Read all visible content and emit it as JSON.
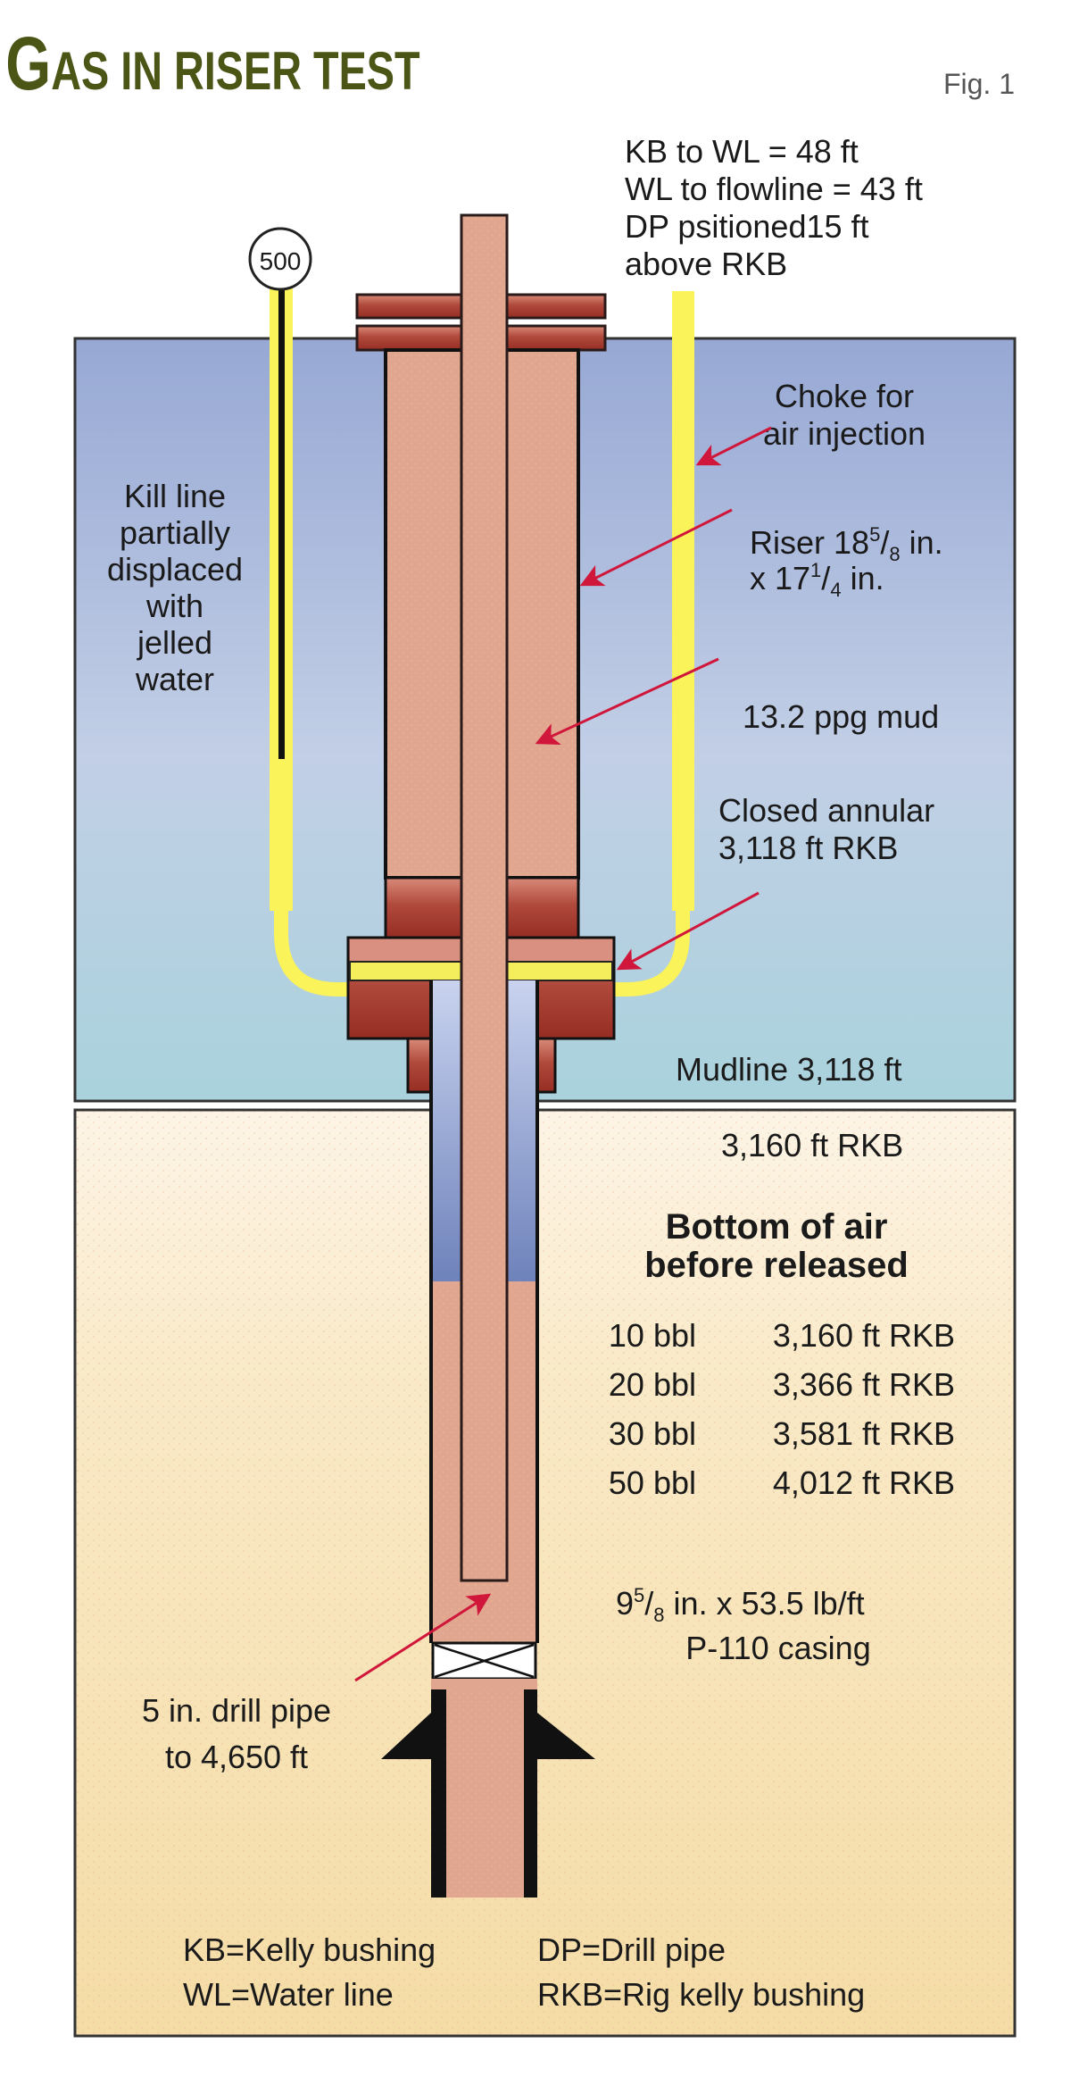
{
  "header": {
    "title_first_letter": "G",
    "title_rest": "AS IN RISER TEST",
    "figure_label": "Fig. 1",
    "title_color": "#4b5516"
  },
  "top_notes": {
    "lines": [
      "KB to WL = 48 ft",
      "WL to flowline = 43 ft",
      "DP psitioned15 ft",
      "above RKB"
    ]
  },
  "gauge": {
    "reading": "500"
  },
  "labels": {
    "kill_line": [
      "Kill line",
      "partially",
      "displaced",
      "with",
      "jelled",
      "water"
    ],
    "choke": [
      "Choke for",
      "air injection"
    ],
    "riser": {
      "line1_prefix": "Riser 18",
      "line1_sup": "5",
      "line1_slash": "/",
      "line1_sub": "8",
      "line1_suffix": " in.",
      "line2_prefix": "x 17",
      "line2_sup": "1",
      "line2_slash": "/",
      "line2_sub": "4",
      "line2_suffix": " in."
    },
    "mud": "13.2 ppg mud",
    "annular": [
      "Closed annular",
      "3,118 ft RKB"
    ],
    "mudline": "Mudline 3,118 ft",
    "rkb_depth": "3,160 ft RKB",
    "casing": {
      "line1_prefix": "9",
      "line1_sup": "5",
      "line1_slash": "/",
      "line1_sub": "8",
      "line1_suffix": " in. x 53.5 lb/ft",
      "line2": "P-110 casing"
    },
    "drill_pipe": [
      "5 in. drill pipe",
      "to 4,650 ft"
    ]
  },
  "air_table": {
    "heading": [
      "Bottom of air",
      "before released"
    ],
    "rows": [
      {
        "volume": "10 bbl",
        "depth": "3,160 ft RKB"
      },
      {
        "volume": "20 bbl",
        "depth": "3,366 ft RKB"
      },
      {
        "volume": "30 bbl",
        "depth": "3,581 ft RKB"
      },
      {
        "volume": "50 bbl",
        "depth": "4,012 ft RKB"
      }
    ]
  },
  "legend": {
    "items": [
      "KB=Kelly bushing",
      "DP=Drill pipe",
      "WL=Water line",
      "RKB=Rig kelly bushing"
    ]
  },
  "colors": {
    "water_top": "#97a8d4",
    "water_bottom": "#a9d2dc",
    "sediment_top": "#fdf3e4",
    "sediment_bottom": "#f6dfa8",
    "mud": "#e0a690",
    "flange": "#a8473a",
    "line_yellow": "#fbf35a",
    "arrow_red": "#d0163a",
    "air_blue": "#7d8fc4"
  }
}
